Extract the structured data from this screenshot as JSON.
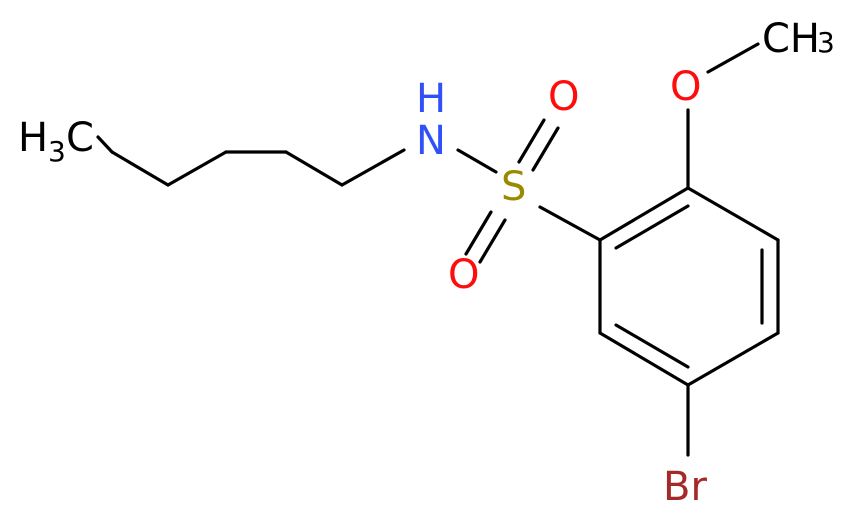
{
  "structure": {
    "atoms": {
      "methyl_left": {
        "main": "H",
        "sub": "3",
        "tail": "C",
        "color": "#000000"
      },
      "nitrogen_group": {
        "main": "N",
        "top": "H",
        "color": "#3050F8"
      },
      "sulfur": {
        "main": "S",
        "color": "#9A8A00"
      },
      "oxygen_top": {
        "main": "O",
        "color": "#FF0D0D"
      },
      "oxygen_bottom": {
        "main": "O",
        "color": "#FF0D0D"
      },
      "methoxy_oxygen": {
        "main": "O",
        "color": "#FF0D0D"
      },
      "methyl_right": {
        "main": "CH",
        "sub": "3",
        "color": "#000000"
      },
      "bromine": {
        "main": "Br",
        "color": "#A62929"
      }
    }
  }
}
